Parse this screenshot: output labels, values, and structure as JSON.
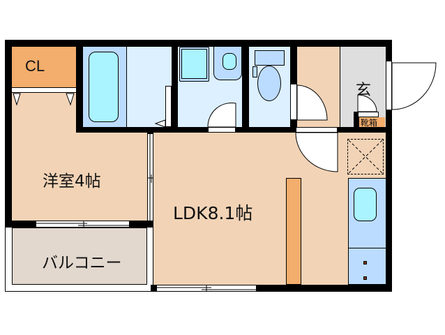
{
  "floor_plan": {
    "rooms": {
      "closet": {
        "label": "CL"
      },
      "western_room": {
        "label": "洋室4帖"
      },
      "ldk": {
        "label": "LDK8.1帖"
      },
      "balcony": {
        "label": "バルコニー"
      },
      "entrance": {
        "label": "玄"
      },
      "shoe_cabinet": {
        "label": "靴箱"
      },
      "bathroom": {
        "label": ""
      },
      "washroom": {
        "label": ""
      },
      "toilet": {
        "label": ""
      },
      "hallway": {
        "label": ""
      },
      "kitchen": {
        "label": ""
      }
    },
    "colors": {
      "wall": "#000000",
      "room_floor": "#f2d3b6",
      "closet": "#f3ad6c",
      "wet_area_dark": "#bcdcff",
      "wet_area_light": "#dcf0ff",
      "fixture_cyan": "#aaf4ff",
      "entrance_floor": "#dedede",
      "balcony_floor": "#e2d8ce",
      "counter": "#f3ad6c"
    }
  }
}
